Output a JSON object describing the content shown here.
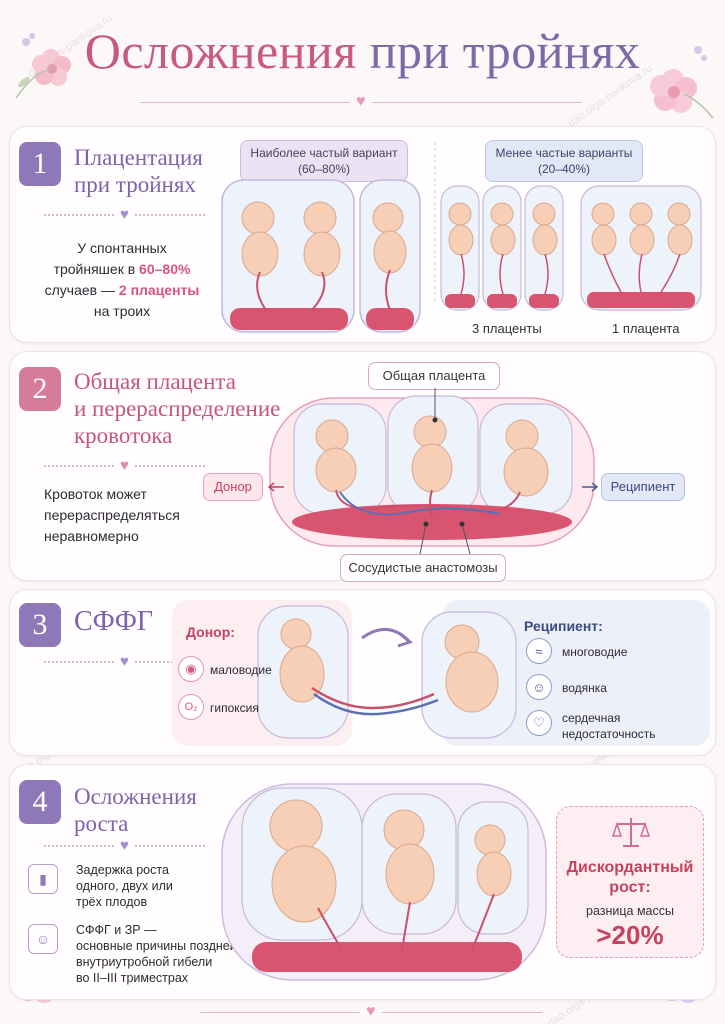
{
  "page_title_part1": "Осложнения",
  "page_title_part2": "при тройнях",
  "watermark": "dao.olga-pankova.ru",
  "section1": {
    "number": "1",
    "title_line1": "Плацентация",
    "title_line2": "при тройнях",
    "body_line1": "У спонтанных",
    "body_line2_pre": "тройняшек в ",
    "body_line2_hl": "60–80%",
    "body_line3_pre": "случаев — ",
    "body_line3_hl": "2 плаценты",
    "body_line4": "на троих",
    "frequent_label_line1": "Наиболее частый вариант",
    "frequent_label_line2": "(60–80%)",
    "rare_label_line1": "Менее частые варианты",
    "rare_label_line2": "(20–40%)",
    "caption_three": "3 плаценты",
    "caption_one": "1 плацента"
  },
  "section2": {
    "number": "2",
    "title_line1": "Общая плацента",
    "title_line2": "и перераспределение",
    "title_line3": "кровотока",
    "body_line1": "Кровоток может",
    "body_line2": "перераспределяться",
    "body_line3": "неравномерно",
    "tag_common": "Общая плацента",
    "tag_donor": "Донор",
    "tag_recipient": "Реципиент",
    "tag_anastomoses": "Сосудистые анастомозы"
  },
  "section3": {
    "number": "3",
    "title": "СФФГ",
    "donor_title": "Донор:",
    "donor_items": [
      "маловодие",
      "гипоксия"
    ],
    "recipient_title": "Реципиент:",
    "recipient_items": [
      "многоводие",
      "водянка",
      "сердечная недостаточность"
    ],
    "recipient_item3_line1": "сердечная",
    "recipient_item3_line2": "недостаточность"
  },
  "section4": {
    "number": "4",
    "title_line1": "Осложнения",
    "title_line2": "роста",
    "item1_line1": "Задержка роста",
    "item1_line2": "одного, двух или",
    "item1_line3": "трёх плодов",
    "item2_line1": "СФФГ и ЗР —",
    "item2_line2": "основные причины поздней",
    "item2_line3": "внутриутробной гибели",
    "item2_line4": "во II–III триместрах",
    "discord_line1": "Дискордантный",
    "discord_line2": "рост:",
    "discord_line3": "разница массы",
    "discord_value": ">20%"
  },
  "colors": {
    "title_pink": "#c75a7d",
    "title_purple": "#7b6aa8",
    "highlight": "#d8557d",
    "placenta": "#d9546f",
    "sac": "#e9eef8"
  }
}
